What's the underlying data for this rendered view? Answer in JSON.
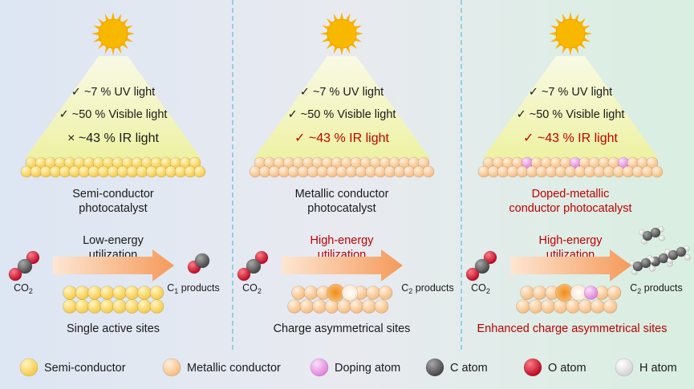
{
  "panels": [
    {
      "light": [
        {
          "mark": "✓",
          "text": "~7 % UV light"
        },
        {
          "mark": "✓",
          "text": "~50 % Visible light"
        },
        {
          "mark": "×",
          "text": "~43 % IR light"
        }
      ],
      "catalyst_name": [
        "Semi-conductor",
        "photocatalyst"
      ],
      "utilization": [
        "Low-energy",
        "utilization"
      ],
      "reactant": "CO",
      "reactant_sub": "2",
      "product_prefix": "C",
      "product_sub": "1",
      "product_suffix": " products",
      "sites": "Single active sites"
    },
    {
      "light": [
        {
          "mark": "✓",
          "text": "~7 % UV light"
        },
        {
          "mark": "✓",
          "text": "~50 % Visible light"
        },
        {
          "mark": "✓",
          "text": "~43 % IR light"
        }
      ],
      "catalyst_name": [
        "Metallic conductor",
        "photocatalyst"
      ],
      "utilization": [
        "High-energy",
        "utilization"
      ],
      "reactant": "CO",
      "reactant_sub": "2",
      "product_prefix": "C",
      "product_sub": "2",
      "product_suffix": " products",
      "sites": "Charge asymmetrical sites"
    },
    {
      "light": [
        {
          "mark": "✓",
          "text": "~7 % UV light"
        },
        {
          "mark": "✓",
          "text": "~50 % Visible light"
        },
        {
          "mark": "✓",
          "text": "~43 % IR light"
        }
      ],
      "catalyst_name": [
        "Doped-metallic",
        "conductor photocatalyst"
      ],
      "utilization": [
        "High-energy",
        "utilization"
      ],
      "reactant": "CO",
      "reactant_sub": "2",
      "product_prefix": "C",
      "product_sub": "2",
      "product_suffix": " products",
      "sites": "Enhanced charge asymmetrical sites"
    }
  ],
  "legend": [
    {
      "label": "Semi-conductor",
      "color": "#f7cf4a"
    },
    {
      "label": "Metallic conductor",
      "color": "#f9c891"
    },
    {
      "label": "Doping atom",
      "color": "#ec9ee8"
    },
    {
      "label": "C atom",
      "color": "#5a5a5a"
    },
    {
      "label": "O atom",
      "color": "#d0102c"
    },
    {
      "label": "H atom",
      "color": "#e6e6e6"
    }
  ],
  "colors": {
    "accent_red": "#c00000",
    "sun": "#f8b400",
    "beam": "#f6f3b0",
    "arrow": "#f7a46a",
    "divider": "#7dc3e8"
  }
}
